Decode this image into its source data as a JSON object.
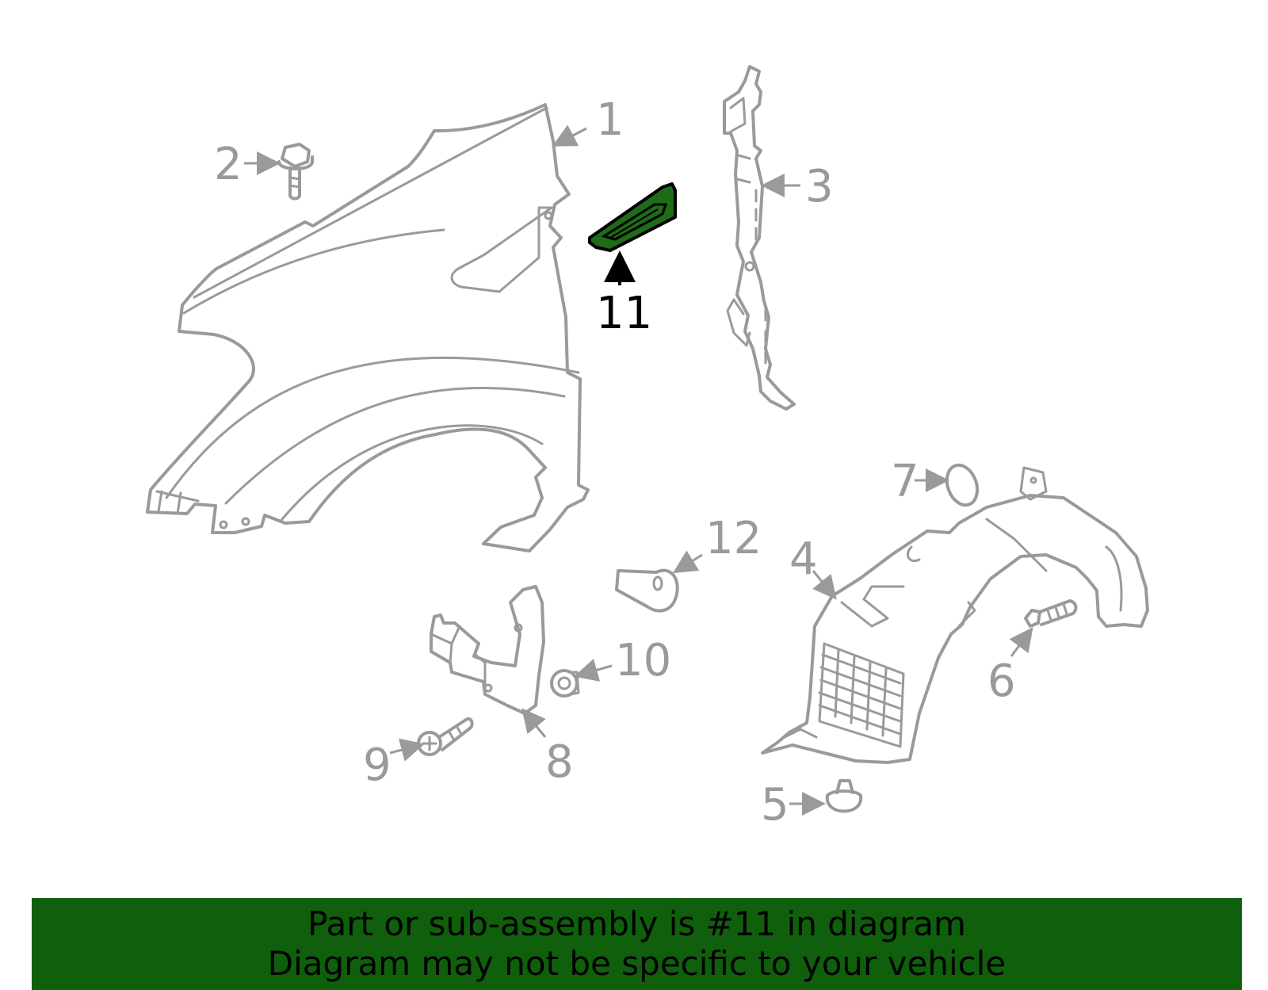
{
  "callouts": [
    {
      "id": "1",
      "label": "1"
    },
    {
      "id": "2",
      "label": "2"
    },
    {
      "id": "3",
      "label": "3"
    },
    {
      "id": "4",
      "label": "4"
    },
    {
      "id": "5",
      "label": "5"
    },
    {
      "id": "6",
      "label": "6"
    },
    {
      "id": "7",
      "label": "7"
    },
    {
      "id": "8",
      "label": "8"
    },
    {
      "id": "9",
      "label": "9"
    },
    {
      "id": "10",
      "label": "10"
    },
    {
      "id": "11",
      "label": "11",
      "highlighted": true
    },
    {
      "id": "12",
      "label": "12"
    }
  ],
  "colors": {
    "part_stroke": "#9a9a9a",
    "highlight_fill": "#1e6b18",
    "banner_bg": "#0f5f0c",
    "text_dark": "#000000"
  },
  "banner": {
    "line1": "Part or sub-assembly is #11 in diagram",
    "line2": "Diagram may not be specific to your vehicle"
  }
}
